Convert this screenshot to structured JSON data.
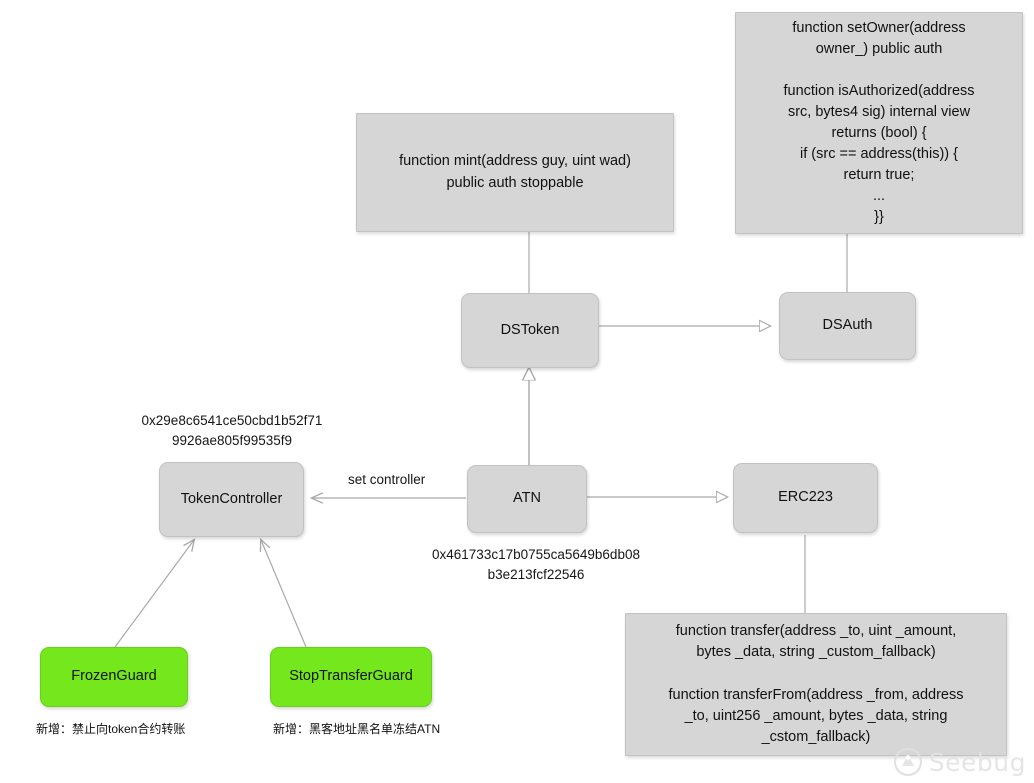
{
  "diagram": {
    "title": "ATN token contract architecture",
    "background": "#ffffff",
    "node_fill": "#d6d6d6",
    "node_stroke": "#c2c2c2",
    "highlight_fill": "#74e81c",
    "edge_stroke": "#a9a9a9"
  },
  "notes": {
    "mint": "function mint(address guy, uint wad)\npublic auth stoppable",
    "dsauth": "function setOwner(address\nowner_) public auth\n\nfunction isAuthorized(address\nsrc, bytes4 sig) internal view\nreturns (bool) {\nif (src == address(this)) {\nreturn true;\n...\n}}",
    "erc223": "function transfer(address _to, uint _amount,\nbytes _data, string _custom_fallback)\n\nfunction transferFrom(address _from, address\n_to, uint256 _amount, bytes _data, string\n_cstom_fallback)"
  },
  "nodes": {
    "dstoken": "DSToken",
    "dsauth": "DSAuth",
    "token_controller": "TokenController",
    "atn": "ATN",
    "erc223": "ERC223",
    "frozen_guard": "FrozenGuard",
    "stop_transfer_guard": "StopTransferGuard"
  },
  "labels": {
    "token_controller_address": "0x29e8c6541ce50cbd1b52f71\n9926ae805f99535f9",
    "atn_address": "0x461733c17b0755ca5649b6db08\nb3e213fcf22546",
    "set_controller": "set controller"
  },
  "captions": {
    "frozen_guard_note": "新增：禁止向token合约转账",
    "stop_transfer_guard_note": "新增：黑客地址黑名单冻结ATN"
  },
  "watermark": {
    "text": "Seebug",
    "icon": "seebug-logo-icon"
  }
}
